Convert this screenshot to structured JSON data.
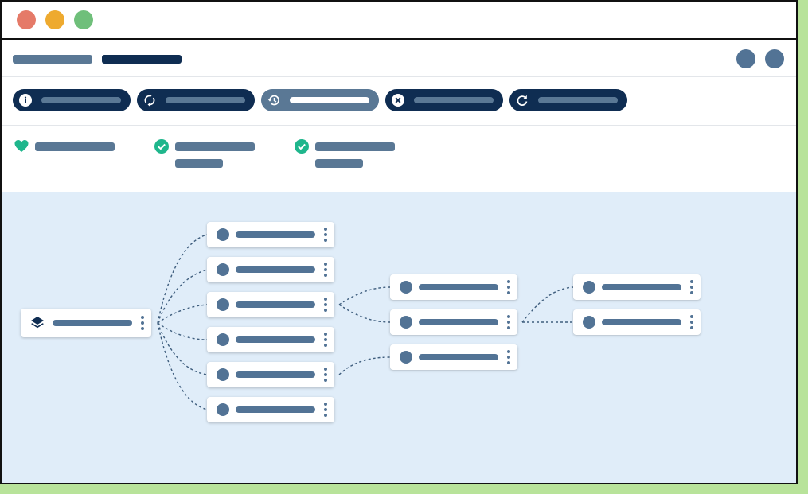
{
  "window": {
    "controls": [
      "close",
      "minimize",
      "maximize"
    ],
    "control_colors": {
      "close": "#e57a68",
      "minimize": "#eeaa2f",
      "maximize": "#6fbf7a"
    }
  },
  "header": {
    "breadcrumb": [
      "",
      ""
    ],
    "actions": [
      "user-avatar",
      "account-avatar"
    ]
  },
  "toolbar": {
    "buttons": [
      {
        "icon": "info-icon",
        "label": "",
        "active": false
      },
      {
        "icon": "sync-icon",
        "label": "",
        "active": false
      },
      {
        "icon": "history-icon",
        "label": "",
        "active": true
      },
      {
        "icon": "cancel-icon",
        "label": "",
        "active": false
      },
      {
        "icon": "refresh-icon",
        "label": "",
        "active": false
      }
    ]
  },
  "status": {
    "items": [
      {
        "icon": "heart-icon",
        "label": "",
        "sublabel": ""
      },
      {
        "icon": "check-circle-icon",
        "label": "",
        "sublabel": ""
      },
      {
        "icon": "check-circle-icon",
        "label": "",
        "sublabel": ""
      }
    ],
    "status_color": "#1fb68c"
  },
  "graph": {
    "root": {
      "icon": "layers-icon",
      "label": ""
    },
    "level1": [
      "",
      "",
      "",
      "",
      "",
      ""
    ],
    "level2": [
      "",
      "",
      ""
    ],
    "level3": [
      "",
      ""
    ],
    "edges": [
      [
        "root",
        "l1-0"
      ],
      [
        "root",
        "l1-1"
      ],
      [
        "root",
        "l1-2"
      ],
      [
        "root",
        "l1-3"
      ],
      [
        "root",
        "l1-4"
      ],
      [
        "root",
        "l1-5"
      ],
      [
        "l1-2",
        "l2-0"
      ],
      [
        "l1-2",
        "l2-1"
      ],
      [
        "l1-4",
        "l2-2"
      ],
      [
        "l2-1",
        "l3-0"
      ],
      [
        "l2-1",
        "l3-1"
      ]
    ]
  },
  "colors": {
    "accent_dark": "#0f2d52",
    "accent_mid": "#527395",
    "canvas_bg": "#e0edf9",
    "status_ok": "#1fb68c"
  }
}
